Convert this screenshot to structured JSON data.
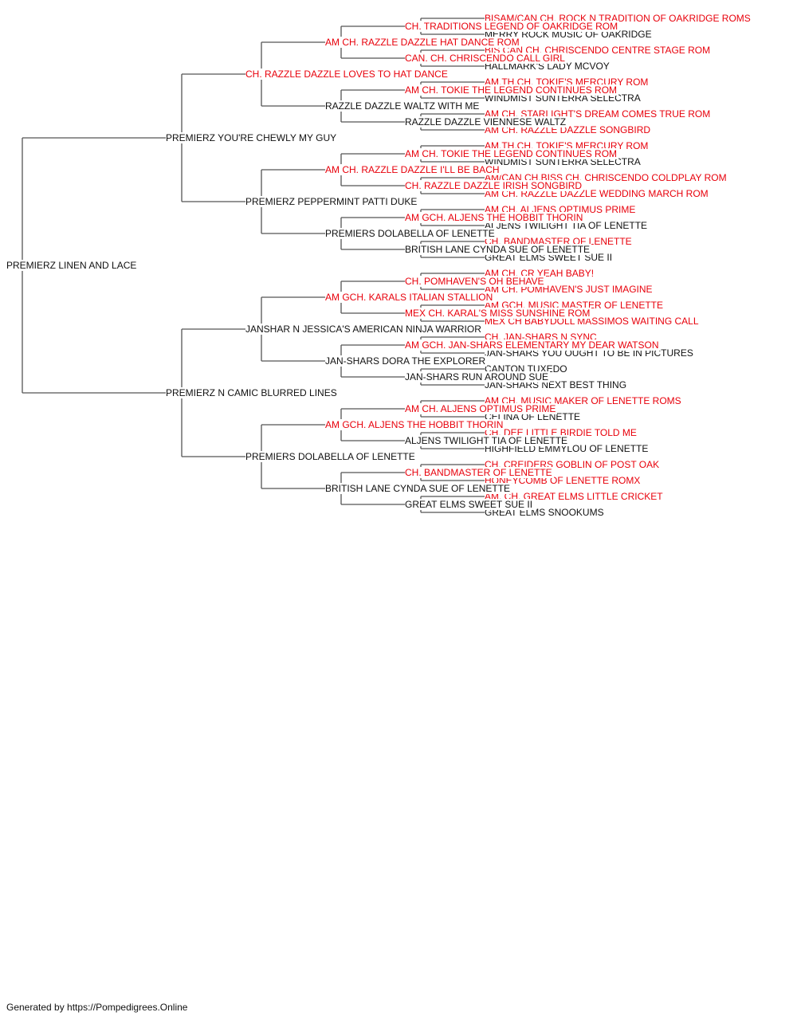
{
  "pedigree": {
    "name": "PREMIERZ LINEN AND LACE",
    "champion": false,
    "sire": {
      "name": "PREMIERZ YOU'RE CHEWLY MY GUY",
      "champion": false,
      "sire": {
        "name": "CH. RAZZLE DAZZLE LOVES TO HAT DANCE",
        "champion": true,
        "sire": {
          "name": "AM CH. RAZZLE DAZZLE HAT DANCE ROM",
          "champion": true,
          "sire": {
            "name": "CH. TRADITIONS LEGEND OF OAKRIDGE ROM",
            "champion": true,
            "sire": {
              "name": "BISAM/CAN CH. ROCK N TRADITION OF OAKRIDGE ROMS",
              "champion": true
            },
            "dam": {
              "name": "MERRY ROCK MUSIC OF OAKRIDGE",
              "champion": false
            }
          },
          "dam": {
            "name": "CAN. CH. CHRISCENDO CALL GIRL",
            "champion": true,
            "sire": {
              "name": "BIS CAN CH. CHRISCENDO CENTRE STAGE ROM",
              "champion": true
            },
            "dam": {
              "name": "HALLMARK'S LADY MCVOY",
              "champion": false
            }
          }
        },
        "dam": {
          "name": "RAZZLE DAZZLE WALTZ WITH ME",
          "champion": false,
          "sire": {
            "name": "AM CH. TOKIE THE LEGEND CONTINUES ROM",
            "champion": true,
            "sire": {
              "name": "AM.TH.CH. TOKIE'S MERCURY ROM",
              "champion": true
            },
            "dam": {
              "name": "WINDMIST SUNTERRA SELECTRA",
              "champion": false
            }
          },
          "dam": {
            "name": "RAZZLE DAZZLE VIENNESE WALTZ",
            "champion": false,
            "sire": {
              "name": "AM CH. STARLIGHT'S DREAM COMES TRUE ROM",
              "champion": true
            },
            "dam": {
              "name": "AM CH. RAZZLE DAZZLE SONGBIRD",
              "champion": true
            }
          }
        }
      },
      "dam": {
        "name": "PREMIERZ PEPPERMINT PATTI DUKE",
        "champion": false,
        "sire": {
          "name": "AM CH. RAZZLE DAZZLE I'LL BE BACH",
          "champion": true,
          "sire": {
            "name": "AM CH. TOKIE THE LEGEND CONTINUES ROM",
            "champion": true,
            "sire": {
              "name": "AM.TH.CH. TOKIE'S MERCURY ROM",
              "champion": true
            },
            "dam": {
              "name": "WINDMIST SUNTERRA SELECTRA",
              "champion": false
            }
          },
          "dam": {
            "name": "CH. RAZZLE DAZZLE IRISH SONGBIRD",
            "champion": true,
            "sire": {
              "name": "AM/CAN CH.BISS CH. CHRISCENDO COLDPLAY ROM",
              "champion": true
            },
            "dam": {
              "name": "AM CH. RAZZLE DAZZLE WEDDING MARCH ROM",
              "champion": true
            }
          }
        },
        "dam": {
          "name": "PREMIERS DOLABELLA OF LENETTE",
          "champion": false,
          "sire": {
            "name": "AM GCH. ALJENS THE HOBBIT THORIN",
            "champion": true,
            "sire": {
              "name": "AM CH. ALJENS OPTIMUS PRIME",
              "champion": true
            },
            "dam": {
              "name": "ALJENS TWILIGHT TIA OF LENETTE",
              "champion": false
            }
          },
          "dam": {
            "name": "BRITISH LANE CYNDA SUE OF LENETTE",
            "champion": false,
            "sire": {
              "name": "CH. BANDMASTER OF LENETTE",
              "champion": true
            },
            "dam": {
              "name": "GREAT ELMS SWEET SUE II",
              "champion": false
            }
          }
        }
      }
    },
    "dam": {
      "name": "PREMIERZ N CAMIC BLURRED LINES",
      "champion": false,
      "sire": {
        "name": "JANSHAR N JESSICA'S AMERICAN NINJA WARRIOR",
        "champion": false,
        "sire": {
          "name": "AM GCH. KARALS ITALIAN STALLION",
          "champion": true,
          "sire": {
            "name": "CH. POMHAVEN'S OH BEHAVE",
            "champion": true,
            "sire": {
              "name": "AM CH. CR YEAH BABY!",
              "champion": true
            },
            "dam": {
              "name": "AM CH. POMHAVEN'S JUST IMAGINE",
              "champion": true
            }
          },
          "dam": {
            "name": "MEX CH. KARAL'S MISS SUNSHINE ROM",
            "champion": true,
            "sire": {
              "name": "AM GCH. MUSIC MASTER OF LENETTE",
              "champion": true
            },
            "dam": {
              "name": "MEX CH BABYDOLL MASSIMOS WAITING CALL",
              "champion": true
            }
          }
        },
        "dam": {
          "name": "JAN-SHARS DORA THE EXPLORER",
          "champion": false,
          "sire": {
            "name": "AM GCH. JAN-SHARS ELEMENTARY MY DEAR WATSON",
            "champion": true,
            "sire": {
              "name": "CH. JAN-SHARS N SYNC",
              "champion": true
            },
            "dam": {
              "name": "JAN-SHARS YOU OUGHT TO BE IN PICTURES",
              "champion": false
            }
          },
          "dam": {
            "name": "JAN-SHARS RUN AROUND SUE",
            "champion": false,
            "sire": {
              "name": "CANTON TUXEDO",
              "champion": false
            },
            "dam": {
              "name": "JAN-SHARS NEXT BEST THING",
              "champion": false
            }
          }
        }
      },
      "dam": {
        "name": "PREMIERS DOLABELLA OF LENETTE",
        "champion": false,
        "sire": {
          "name": "AM GCH. ALJENS THE HOBBIT THORIN",
          "champion": true,
          "sire": {
            "name": "AM CH. ALJENS OPTIMUS PRIME",
            "champion": true,
            "sire": {
              "name": "AM CH. MUSIC MAKER OF LENETTE ROMS",
              "champion": true
            },
            "dam": {
              "name": "CELINA OF LENETTE",
              "champion": false
            }
          },
          "dam": {
            "name": "ALJENS TWILIGHT TIA OF LENETTE",
            "champion": false,
            "sire": {
              "name": "CH. DEE LITTLE BIRDIE TOLD ME",
              "champion": true
            },
            "dam": {
              "name": "HIGHFIELD EMMYLOU OF LENETTE",
              "champion": false
            }
          }
        },
        "dam": {
          "name": "BRITISH LANE CYNDA SUE OF LENETTE",
          "champion": false,
          "sire": {
            "name": "CH. BANDMASTER OF LENETTE",
            "champion": true,
            "sire": {
              "name": "CH. CREIDERS GOBLIN OF POST OAK",
              "champion": true
            },
            "dam": {
              "name": "HONEYCOMB OF LENETTE ROMX",
              "champion": true
            }
          },
          "dam": {
            "name": "GREAT ELMS SWEET SUE II",
            "champion": false,
            "sire": {
              "name": "AM. CH. GREAT ELMS LITTLE CRICKET",
              "champion": true
            },
            "dam": {
              "name": "GREAT ELMS SNOOKUMS",
              "champion": false
            }
          }
        }
      }
    }
  },
  "colors": {
    "champion": "#e8000b",
    "plain": "#111111",
    "line": "#555555"
  },
  "footer": "Generated by https://Pompedigrees.Online"
}
